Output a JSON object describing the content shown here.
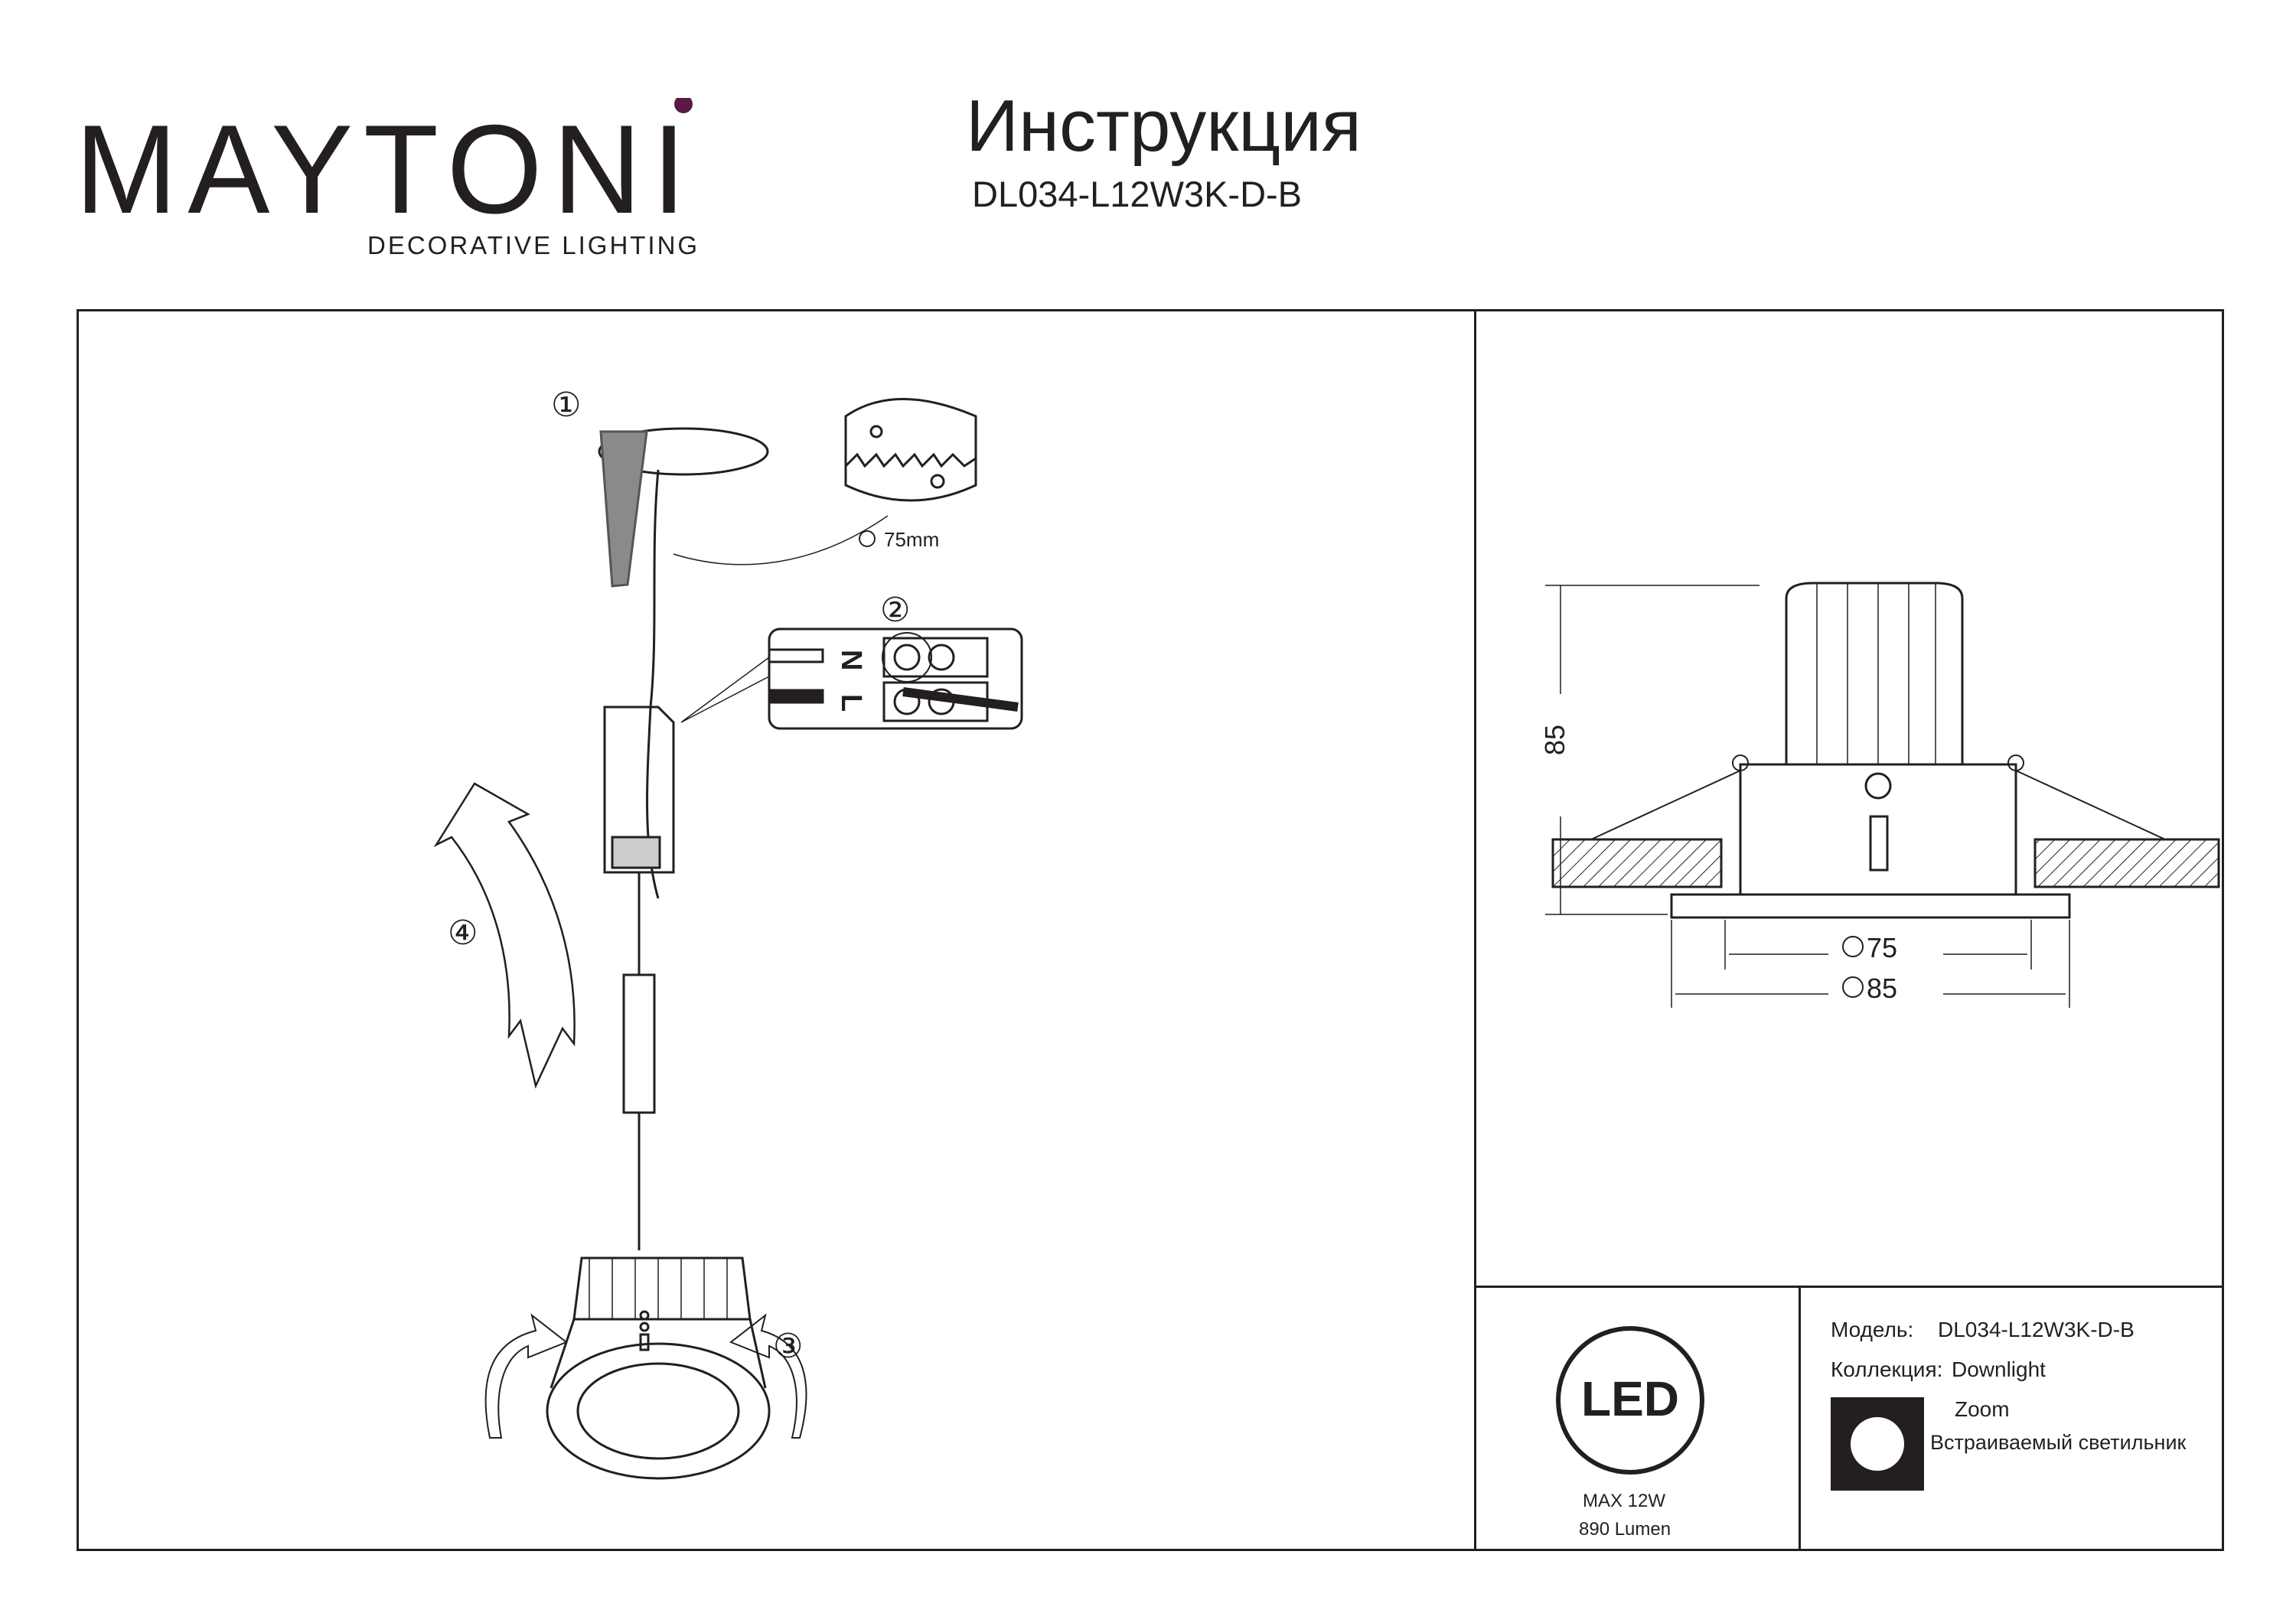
{
  "brand": {
    "name": "MAYTONI",
    "tagline": "DECORATIVE LIGHTING"
  },
  "header": {
    "title": "Инструкция",
    "model_code": "DL034-L12W3K-D-B"
  },
  "installation": {
    "steps": [
      "①",
      "②",
      "③",
      "④"
    ],
    "hole_size": "75mm",
    "terminals": [
      "N",
      "L"
    ]
  },
  "dimensions": {
    "height": "85",
    "cutout_diameter": "75",
    "outer_diameter": "85"
  },
  "badge": {
    "logo": "LED",
    "power": "MAX 12W",
    "lumen": "890 Lumen"
  },
  "specs": {
    "model_label": "Модель:",
    "model_value": "DL034-L12W3K-D-B",
    "collection_label": "Коллекция:",
    "collection_value": "Downlight",
    "collection_sub": "Zoom",
    "type": "Встраиваемый светильник"
  },
  "colors": {
    "ink": "#231f20",
    "brand_accent": "#5a1a45"
  }
}
